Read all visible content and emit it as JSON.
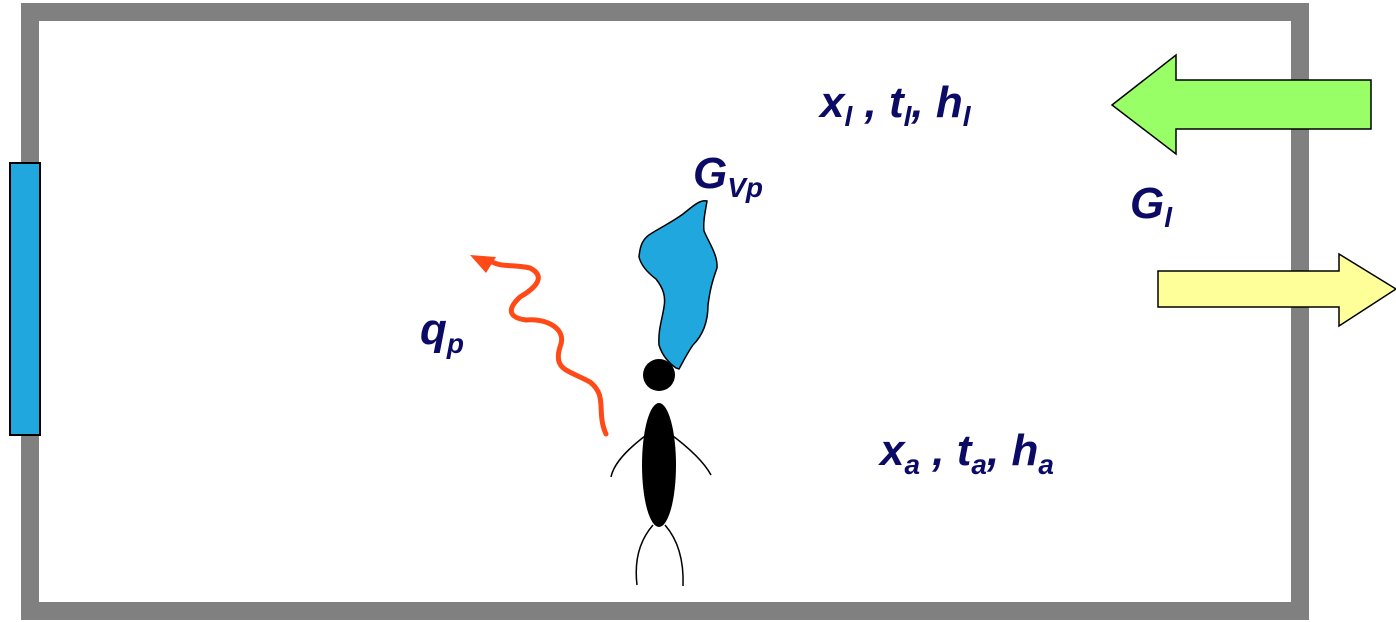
{
  "colors": {
    "room_border": "#808080",
    "window": "#1fa7de",
    "vapor_plume": "#1fa7de",
    "heat_wave": "#ff4a17",
    "arrow_in": "#99ff66",
    "arrow_out": "#ffff99",
    "label_text": "#0b0b66"
  },
  "labels": {
    "inlet": {
      "x": "x",
      "x_sub": "l",
      "sep1": " , ",
      "t": "t",
      "t_sub": "l",
      "sep2": ", ",
      "h": "h",
      "h_sub": "l"
    },
    "room_air": {
      "x": "x",
      "x_sub": "a",
      "sep1": " , ",
      "t": "t",
      "t_sub": "a",
      "sep2": ", ",
      "h": "h",
      "h_sub": "a"
    },
    "vapor_gain": {
      "main": "G",
      "sub": "Vp"
    },
    "air_flow": {
      "main": "G",
      "sub": "l"
    },
    "heat_gain": {
      "main": "q",
      "sub": "p"
    }
  },
  "icons": {
    "window": "window-pane",
    "person": "person-figure",
    "vapor": "vapor-plume-icon",
    "heat": "heat-wave-arrow-icon",
    "inflow": "inflow-arrow-icon",
    "outflow": "outflow-arrow-icon"
  }
}
